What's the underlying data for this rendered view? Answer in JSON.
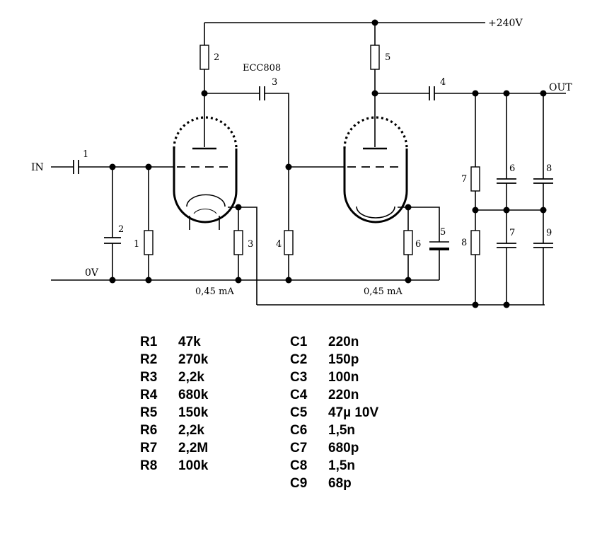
{
  "labels": {
    "supply": "+240V",
    "input": "IN",
    "output": "OUT",
    "ground": "0V",
    "tube": "ECC808",
    "current_1": "0,45 mA",
    "current_2": "0,45 mA"
  },
  "component_numbers": {
    "r1": "1",
    "r2": "2",
    "r3": "3",
    "r4": "4",
    "r5": "5",
    "r6": "6",
    "r7": "7",
    "r8": "8",
    "c1": "1",
    "c2": "2",
    "c3": "3",
    "c4": "4",
    "c5": "5",
    "c6": "6",
    "c7": "7",
    "c8": "8",
    "c9": "9"
  },
  "resistors": [
    {
      "ref": "R1",
      "value": "47k"
    },
    {
      "ref": "R2",
      "value": "270k"
    },
    {
      "ref": "R3",
      "value": "2,2k"
    },
    {
      "ref": "R4",
      "value": "680k"
    },
    {
      "ref": "R5",
      "value": "150k"
    },
    {
      "ref": "R6",
      "value": "2,2k"
    },
    {
      "ref": "R7",
      "value": "2,2M"
    },
    {
      "ref": "R8",
      "value": "100k"
    }
  ],
  "capacitors": [
    {
      "ref": "C1",
      "value": "220n"
    },
    {
      "ref": "C2",
      "value": "150p"
    },
    {
      "ref": "C3",
      "value": "100n"
    },
    {
      "ref": "C4",
      "value": "220n"
    },
    {
      "ref": "C5",
      "value": "47µ 10V"
    },
    {
      "ref": "C6",
      "value": "1,5n"
    },
    {
      "ref": "C7",
      "value": "680p"
    },
    {
      "ref": "C8",
      "value": "1,5n"
    },
    {
      "ref": "C9",
      "value": "68p"
    }
  ]
}
